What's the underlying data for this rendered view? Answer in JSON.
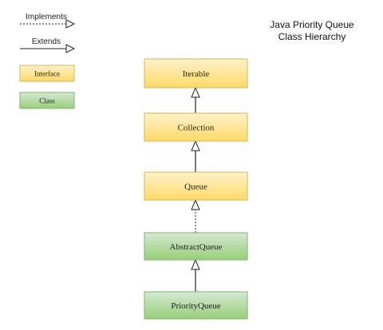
{
  "title": {
    "line1": "Java Priority Queue",
    "line2": "Class Hierarchy"
  },
  "legend": {
    "implements_label": "Implements",
    "extends_label": "Extends",
    "interface_label": "Interface",
    "class_label": "Class"
  },
  "colors": {
    "interface_fill_top": "#fff2cc",
    "interface_fill_bottom": "#ffd966",
    "interface_stroke": "#d6b656",
    "class_fill_top": "#d5e8d4",
    "class_fill_bottom": "#97d077",
    "class_stroke": "#82b366",
    "line": "#222222"
  },
  "hierarchy": {
    "iterable": "Iterable",
    "collection": "Collection",
    "queue": "Queue",
    "abstract_queue": "AbstractQueue",
    "priority_queue": "PriorityQueue"
  }
}
